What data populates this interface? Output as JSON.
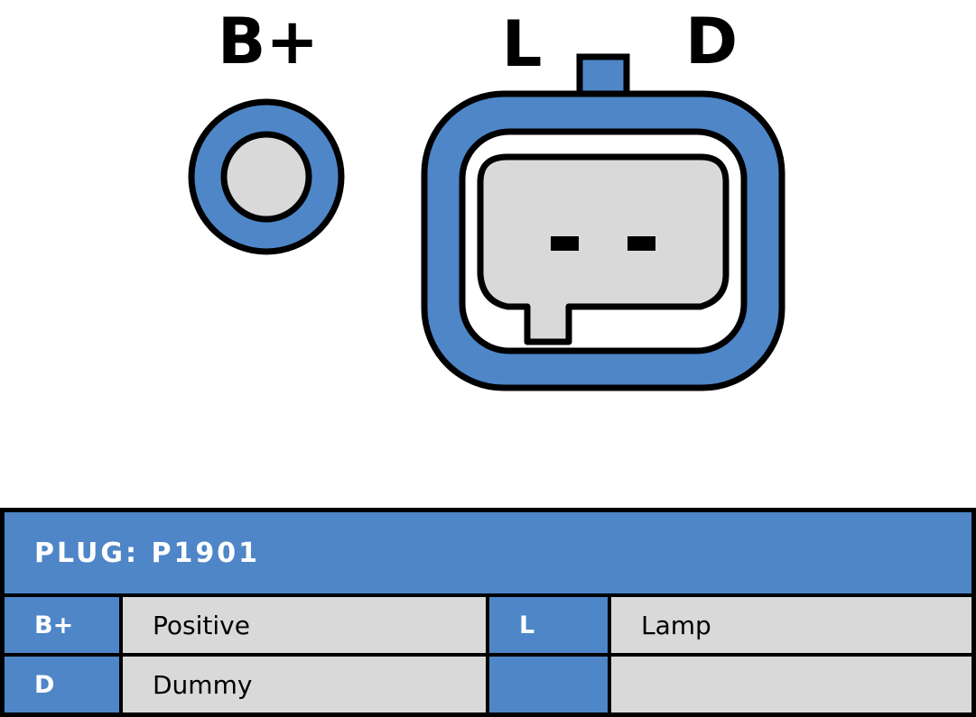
{
  "diagram": {
    "terminal_label": "B+",
    "pin_l_label": "L",
    "pin_d_label": "D"
  },
  "table": {
    "title": "PLUG: P1901",
    "rows": [
      [
        {
          "key": "B+",
          "desc": "Positive"
        },
        {
          "key": "L",
          "desc": "Lamp"
        }
      ],
      [
        {
          "key": "D",
          "desc": "Dummy"
        },
        {
          "key": "",
          "desc": ""
        }
      ]
    ]
  },
  "colors": {
    "blue": "#4e86c8",
    "gray": "#d9d9d9",
    "outline": "#000000",
    "header_text": "#ffffff"
  }
}
